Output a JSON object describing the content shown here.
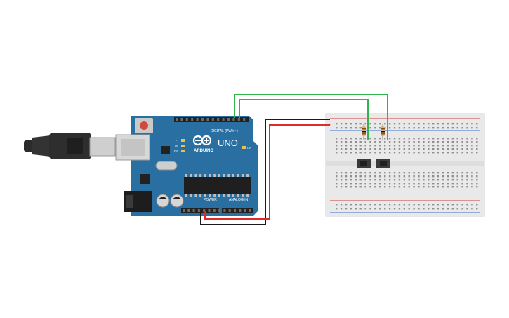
{
  "colors": {
    "board": "#2a6fa1",
    "board_dark": "#1e5a85",
    "header": "#222222",
    "breadboard": "#e9e9e9",
    "wire_green": "#2fb54a",
    "wire_red": "#e12a2a",
    "wire_black": "#1b1b1b",
    "usb_cable": "#2b2b2b",
    "rail_red": "#d03b3b",
    "rail_blue": "#3b6fd0"
  },
  "arduino": {
    "model_label": "UNO",
    "brand_label": "ARDUINO",
    "digital_label": "DIGITAL (PWM~)",
    "power_label": "POWER",
    "analog_label": "ANALOG IN",
    "on_label": "ON",
    "tx_label": "TX",
    "rx_label": "RX",
    "l_label": "L"
  },
  "breadboard": {
    "rail_plus": "+",
    "rail_minus": "-"
  },
  "icons": {
    "usb_plug": "usb-plug-icon",
    "logo": "infinity-logo-icon",
    "reset": "reset-button-icon"
  }
}
